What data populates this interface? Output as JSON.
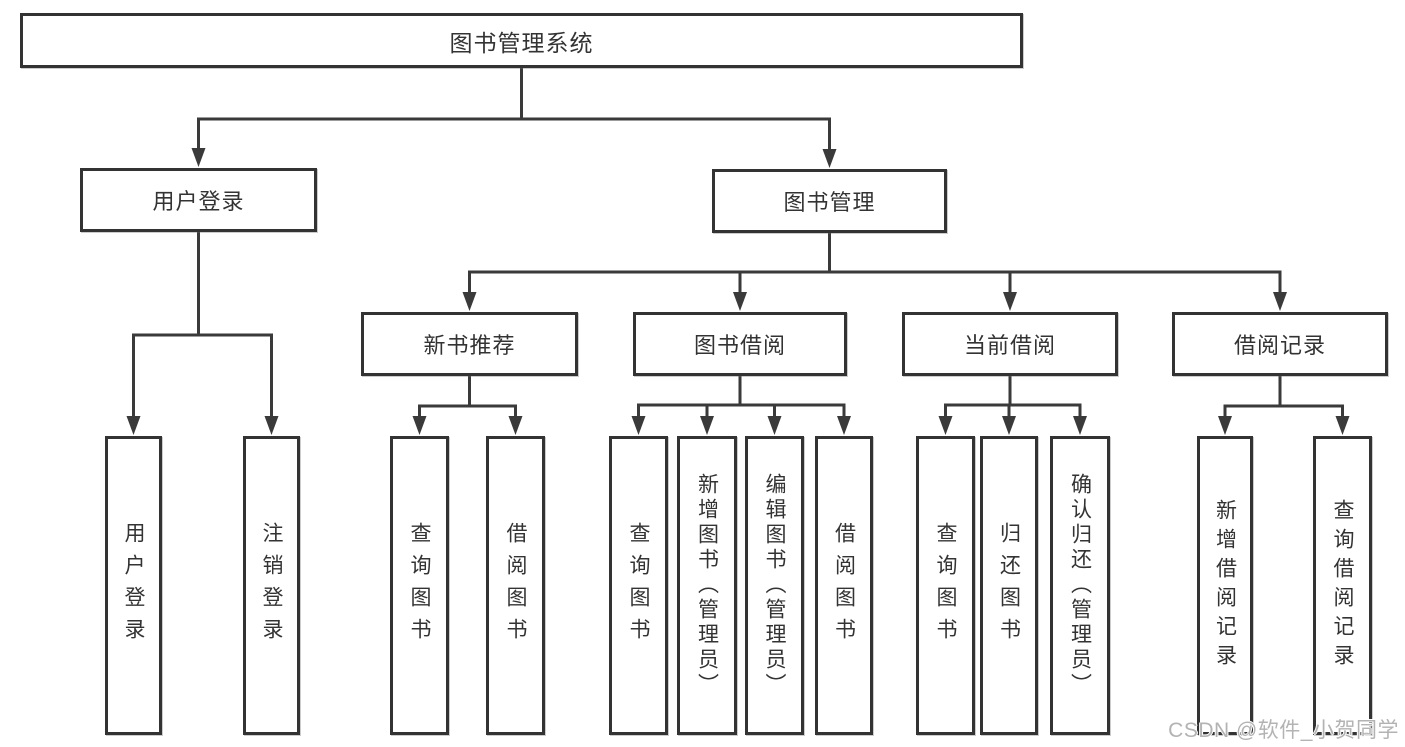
{
  "diagram": {
    "root": {
      "label": "图书管理系统"
    },
    "level2": [
      {
        "label": "用户登录"
      },
      {
        "label": "图书管理"
      }
    ],
    "level3": [
      {
        "label": "新书推荐"
      },
      {
        "label": "图书借阅"
      },
      {
        "label": "当前借阅"
      },
      {
        "label": "借阅记录"
      }
    ],
    "leaves": {
      "user_login": [
        "用户登录",
        "注销登录"
      ],
      "new_book_recommend": [
        "查询图书",
        "借阅图书"
      ],
      "book_borrow": [
        "查询图书",
        "新增图书（管理员）",
        "编辑图书（管理员）",
        "借阅图书"
      ],
      "current_borrow": [
        "查询图书",
        "归还图书",
        "确认归还（管理员）"
      ],
      "borrow_record": [
        "新增借阅记录",
        "查询借阅记录"
      ]
    }
  },
  "colors": {
    "line": "#3a3a3a",
    "box_border": "#333333",
    "box_fill": "#ffffff",
    "text": "#333333",
    "watermark_text": "#b3b3b3"
  },
  "watermark": {
    "text": "CSDN @软件_小贺同学"
  }
}
